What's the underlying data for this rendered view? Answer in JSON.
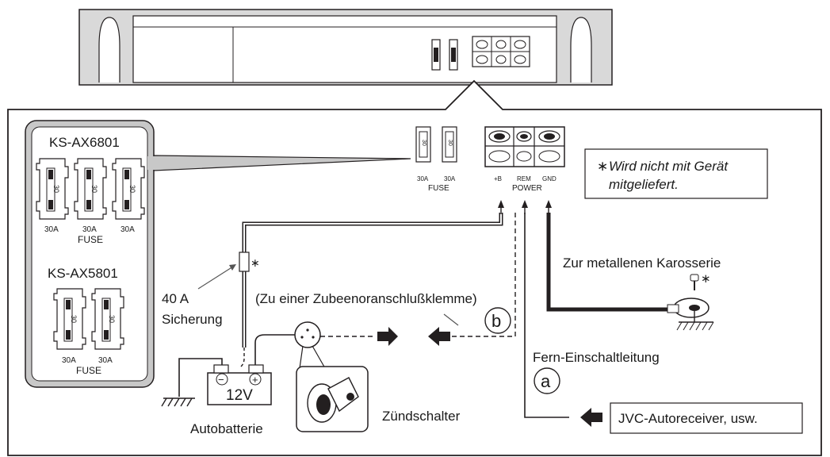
{
  "fuse_panel": {
    "model_a": "KS-AX6801",
    "model_b": "KS-AX5801",
    "fuse_rating": "30",
    "fuse_amp": "30A",
    "fuse_label": "FUSE"
  },
  "amp_terminals": {
    "fuse_amp": "30A",
    "fuse_label": "FUSE",
    "plus_b": "+B",
    "rem": "REM",
    "gnd": "GND",
    "power": "POWER"
  },
  "note": {
    "star": "∗",
    "line1": "Wird nicht mit Gerät",
    "line2": "mitgeliefert."
  },
  "labels": {
    "ground": "Zur metallenen Karosserie",
    "accessory": "(Zu einer Zubeenoranschlußklemme)",
    "letter_b": "b",
    "letter_a": "a",
    "fuse_40_line1": "40 A",
    "fuse_40_line2": "Sicherung",
    "remote": "Fern-Einschaltleitung",
    "battery_voltage": "12V",
    "battery": "Autobatterie",
    "ignition": "Zündschalter",
    "receiver": "JVC-Autoreceiver, usw.",
    "star": "∗",
    "minus": "−",
    "plus": "+"
  }
}
